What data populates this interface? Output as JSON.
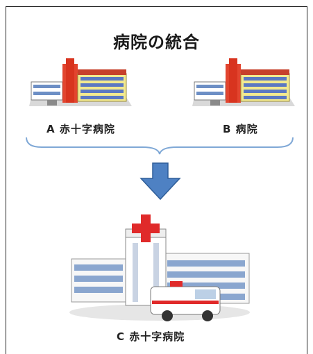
{
  "diagram": {
    "title": "病院の統合",
    "hospital_a": "A 赤十字病院",
    "hospital_b": "B 病院",
    "hospital_c": "C 赤十字病院"
  }
}
